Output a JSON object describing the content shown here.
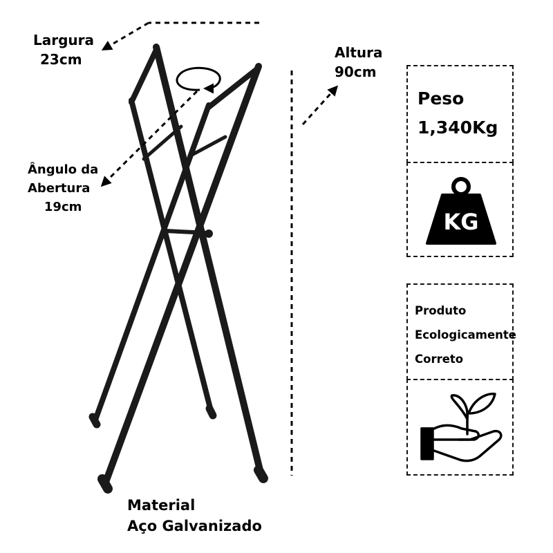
{
  "dimensions": {
    "largura": {
      "label": "Largura",
      "value": "23cm"
    },
    "altura": {
      "label": "Altura",
      "value": "90cm"
    },
    "angulo": {
      "line1": "Ângulo da",
      "line2": "Abertura",
      "value": "19cm"
    }
  },
  "material": {
    "label": "Material",
    "value": "Aço Galvanizado"
  },
  "peso": {
    "label": "Peso",
    "value": "1,340Kg",
    "icon": "weight-kg-icon",
    "icon_text": "KG"
  },
  "eco": {
    "line1": "Produto",
    "line2": "Ecologicamente",
    "line3": "Correto",
    "icon": "plant-in-hand-icon"
  },
  "colors": {
    "frame": "#1a1a1a",
    "text": "#000000",
    "icon": "#000000"
  }
}
